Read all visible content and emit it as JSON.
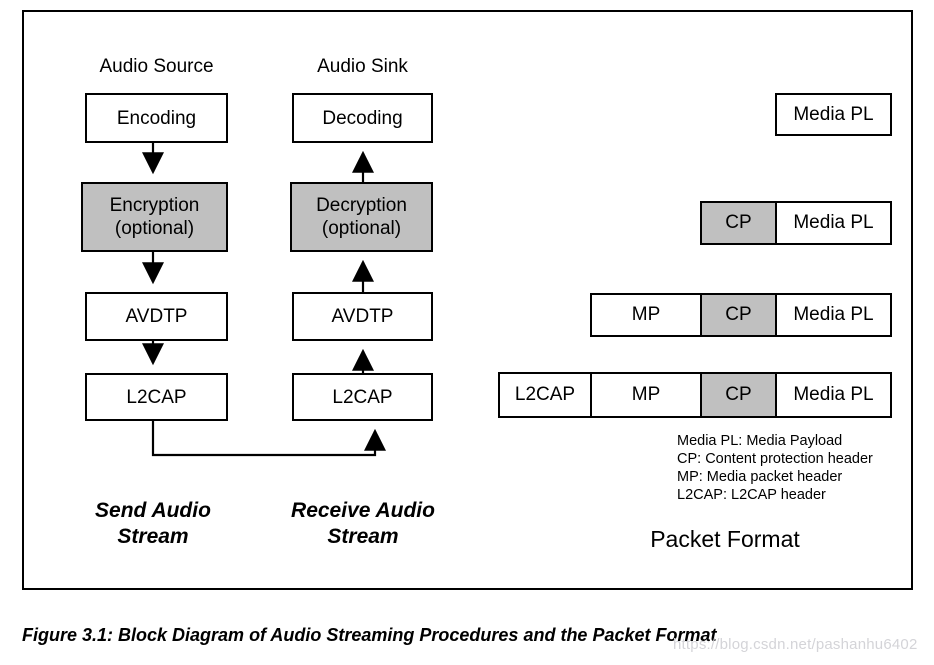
{
  "figure": {
    "caption": "Figure 3.1: Block Diagram of Audio Streaming Procedures and the Packet Format",
    "watermark": "https://blog.csdn.net/pashanhu6402"
  },
  "colors": {
    "shaded_fill": "#c0c0c0",
    "box_fill": "#ffffff",
    "stroke": "#000000",
    "watermark": "#d4d4d8"
  },
  "block_diagram": {
    "source_column": {
      "title": "Audio Source",
      "stream_label_line1": "Send Audio",
      "stream_label_line2": "Stream",
      "blocks": [
        {
          "label": "Encoding",
          "sublabel": "",
          "shaded": false
        },
        {
          "label": "Encryption",
          "sublabel": "(optional)",
          "shaded": true
        },
        {
          "label": "AVDTP",
          "sublabel": "",
          "shaded": false
        },
        {
          "label": "L2CAP",
          "sublabel": "",
          "shaded": false
        }
      ]
    },
    "sink_column": {
      "title": "Audio Sink",
      "stream_label_line1": "Receive Audio",
      "stream_label_line2": "Stream",
      "blocks": [
        {
          "label": "Decoding",
          "sublabel": "",
          "shaded": false
        },
        {
          "label": "Decryption",
          "sublabel": "(optional)",
          "shaded": true
        },
        {
          "label": "AVDTP",
          "sublabel": "",
          "shaded": false
        },
        {
          "label": "L2CAP",
          "sublabel": "",
          "shaded": false
        }
      ]
    }
  },
  "packet_format": {
    "title": "Packet Format",
    "rows": [
      {
        "cells": [
          {
            "label": "Media PL",
            "shaded": false
          }
        ]
      },
      {
        "cells": [
          {
            "label": "CP",
            "shaded": true
          },
          {
            "label": "Media PL",
            "shaded": false
          }
        ]
      },
      {
        "cells": [
          {
            "label": "MP",
            "shaded": false
          },
          {
            "label": "CP",
            "shaded": true
          },
          {
            "label": "Media PL",
            "shaded": false
          }
        ]
      },
      {
        "cells": [
          {
            "label": "L2CAP",
            "shaded": false
          },
          {
            "label": "MP",
            "shaded": false
          },
          {
            "label": "CP",
            "shaded": true
          },
          {
            "label": "Media PL",
            "shaded": false
          }
        ]
      }
    ],
    "legend": [
      "Media PL: Media Payload",
      "CP: Content protection header",
      "MP: Media packet header",
      "L2CAP: L2CAP header"
    ]
  }
}
